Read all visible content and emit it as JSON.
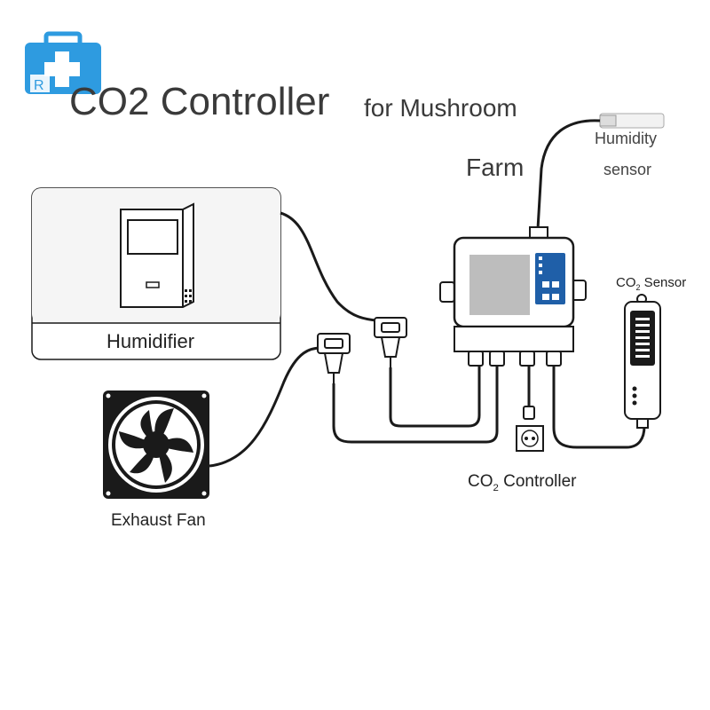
{
  "logo": {
    "letter": "R",
    "icon": "medical-kit-icon",
    "color": "#2e9be0"
  },
  "title": {
    "main": "CO2 Controller",
    "sub": "for Mushroom",
    "line2": "Farm"
  },
  "labels": {
    "humidity_sensor_line1": "Humidity",
    "humidity_sensor_line2": "sensor",
    "humidifier": "Humidifier",
    "exhaust_fan": "Exhaust Fan",
    "co2_controller_prefix": "CO",
    "co2_controller_sub": "2",
    "co2_controller_suffix": " Controller",
    "co2_sensor_prefix": "CO",
    "co2_sensor_sub": "2",
    "co2_sensor_suffix": " Sensor"
  },
  "colors": {
    "line": "#1a1a1a",
    "panel": "#1f5fa8",
    "screen": "#bdbdbd"
  }
}
